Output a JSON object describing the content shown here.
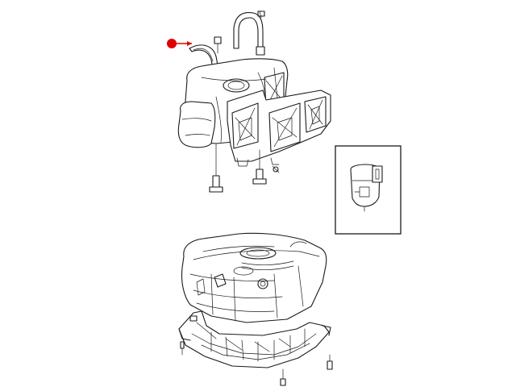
{
  "diagram": {
    "parts": [
      "upper-tank-strap-assembly",
      "tank-mounting-straps",
      "heat-shield",
      "strap-bolts",
      "fuel-pump-module-detail",
      "lower-fuel-tank",
      "skid-plate"
    ]
  },
  "callout": {
    "color": "#e00000",
    "target": "tank-strap"
  },
  "detail_box": {
    "content": "fuel-pump-module"
  }
}
